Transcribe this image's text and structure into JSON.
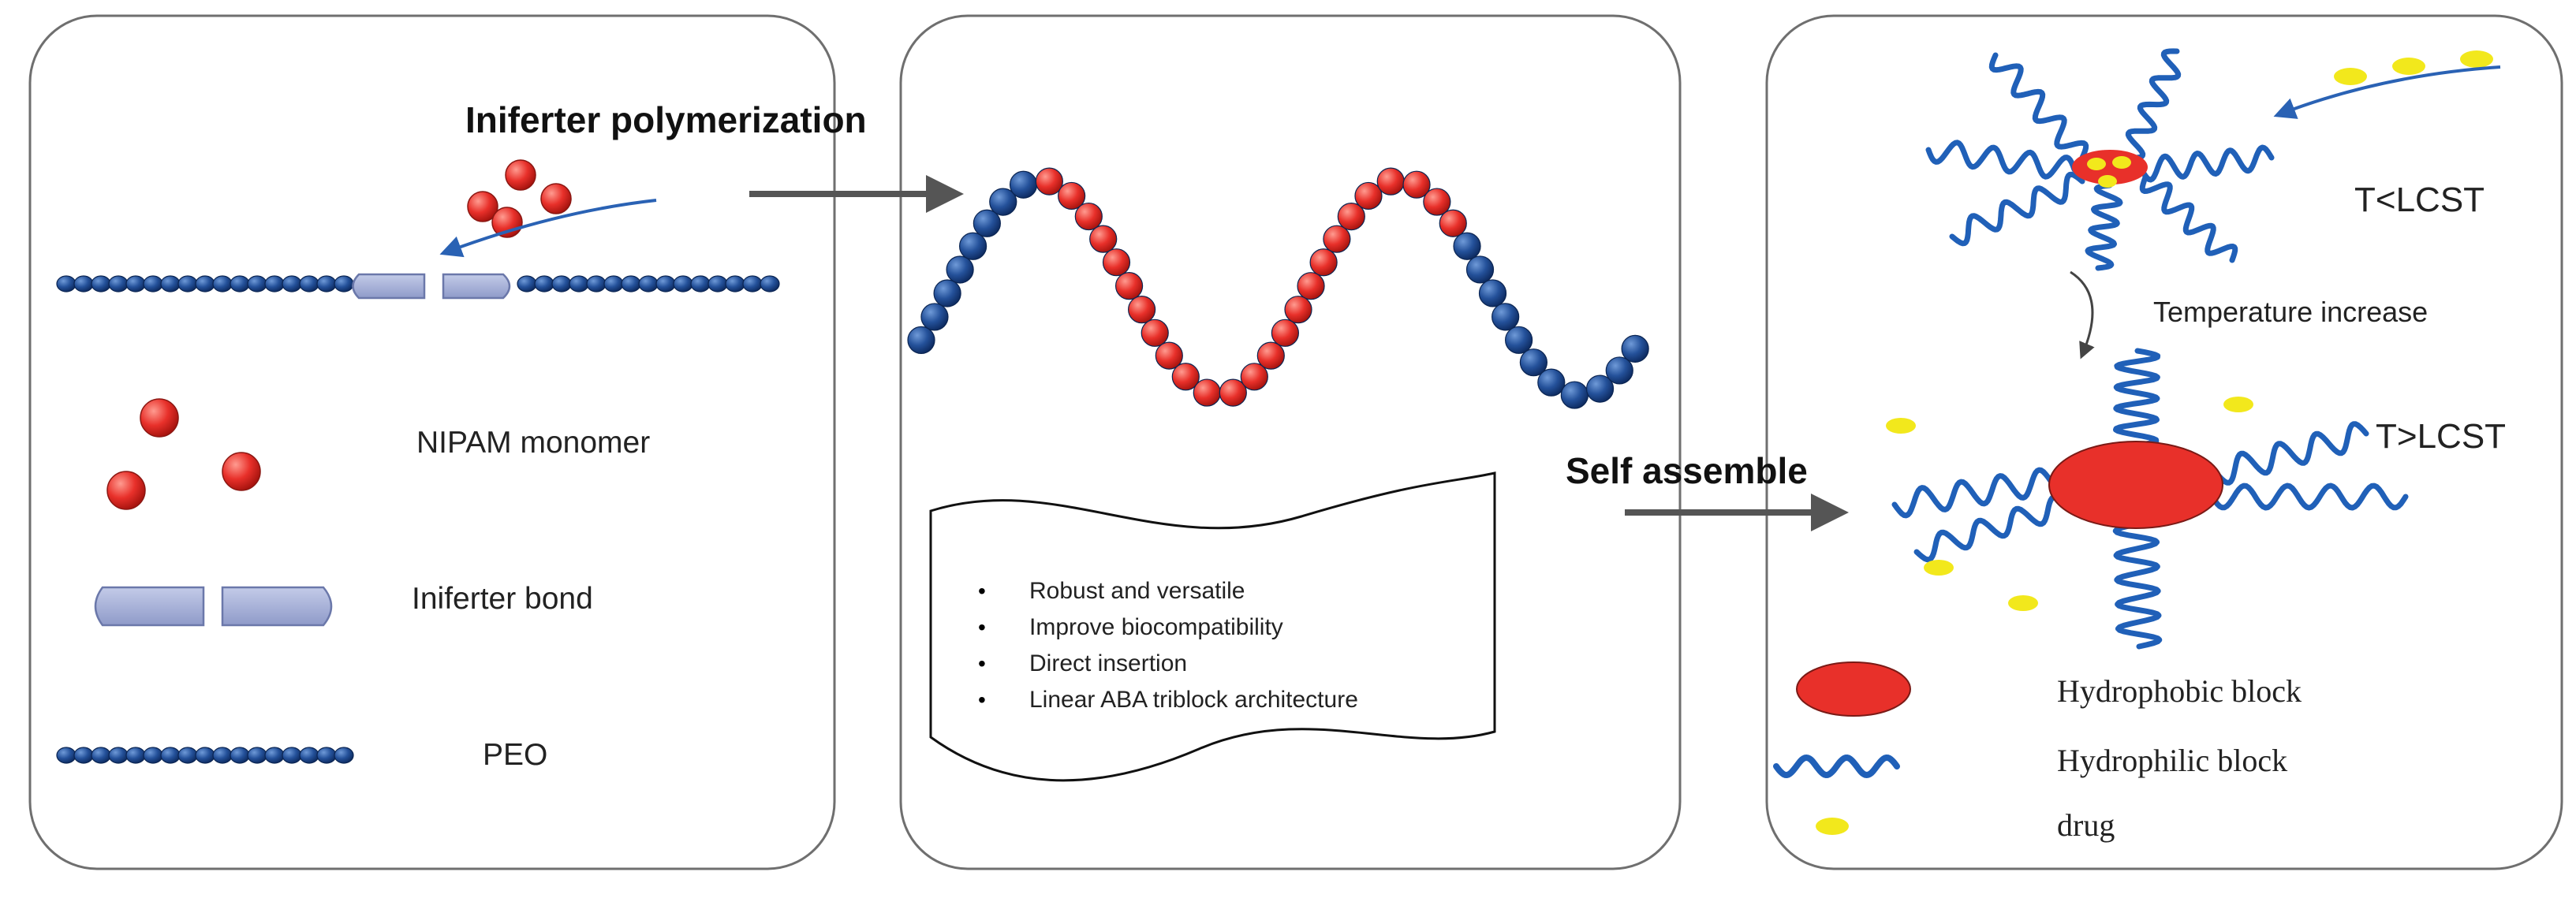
{
  "panel1": {
    "legend": {
      "monomer": "NIPAM monomer",
      "bond": "Iniferter bond",
      "peo": "PEO"
    }
  },
  "panel2": {
    "features": [
      "Robust and versatile",
      "Improve biocompatibility",
      "Direct insertion",
      "Linear ABA triblock architecture"
    ]
  },
  "panel3": {
    "below_lcst": "T<LCST",
    "temperature_note": "Temperature increase",
    "above_lcst": "T>LCST",
    "legend": {
      "hydrophobic": "Hydrophobic block",
      "hydrophilic": "Hydrophilic block",
      "drug": "drug"
    }
  },
  "arrows": {
    "step1": "Iniferter polymerization",
    "step2": "Self assemble"
  },
  "colors": {
    "peo_blue": "#1f4e96",
    "nipam_red": "#e8302a",
    "bond_fill": "#a7b3d8",
    "drug_yellow": "#f2e81c",
    "arrow_gray": "#555555",
    "panel_border": "#6f6f6f"
  }
}
